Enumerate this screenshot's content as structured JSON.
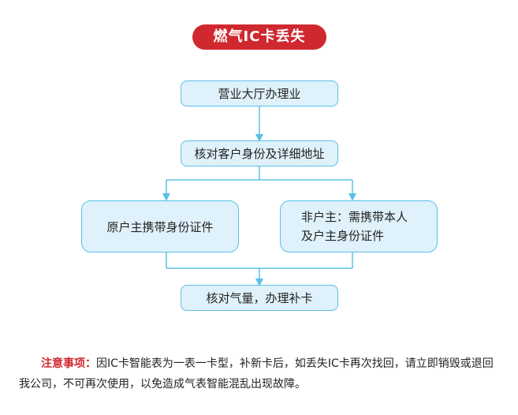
{
  "title": "燃气IC卡丢失",
  "steps": {
    "step1": "营业大厅办理业",
    "step2": "核对客户身份及详细地址",
    "branch_left": "原户主携带身份证件",
    "branch_right_line1": "非户主：需携带本人",
    "branch_right_line2": "及户主身份证件",
    "step3": "核对气量，办理补卡"
  },
  "note": {
    "label": "注意事项：",
    "text": "因IC卡智能表为一表一卡型，补新卡后，如丢失IC卡再次找回，请立即销毁或退回我公司，不可再次使用，以免造成气表智能混乱出现故障。"
  },
  "colors": {
    "accent_red": "#d0282f",
    "box_fill": "#dff1fa",
    "box_border": "#5bc0e8",
    "connector": "#5bc0e8"
  }
}
